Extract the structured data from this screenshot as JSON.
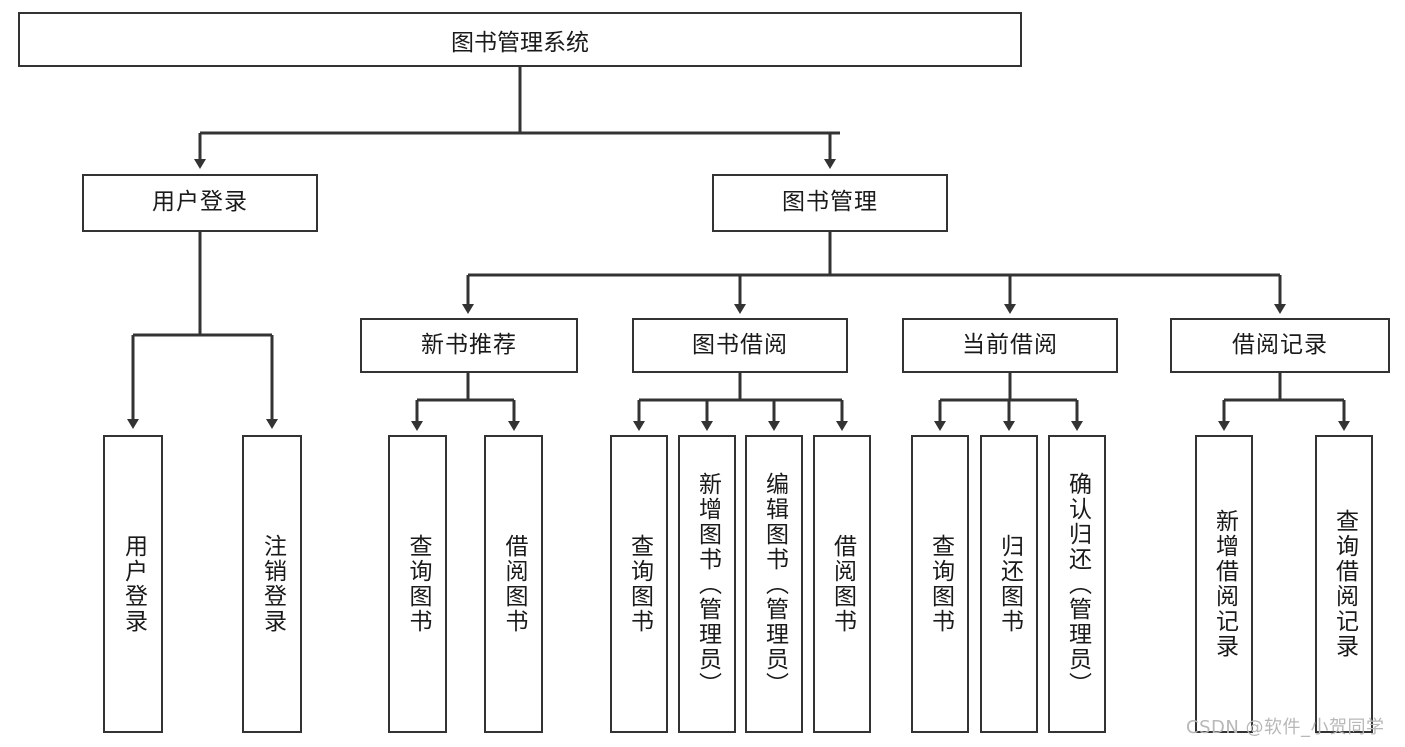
{
  "diagram": {
    "type": "hierarchy-tree",
    "title": "图书管理系统",
    "root": {
      "label": "图书管理系统"
    },
    "level1": [
      {
        "label": "用户登录"
      },
      {
        "label": "图书管理"
      }
    ],
    "level2": [
      {
        "label": "新书推荐"
      },
      {
        "label": "图书借阅"
      },
      {
        "label": "当前借阅"
      },
      {
        "label": "借阅记录"
      }
    ],
    "leaves": {
      "user_login": [
        {
          "label": "用户登录"
        },
        {
          "label": "注销登录"
        }
      ],
      "new_book_recommend": [
        {
          "label": "查询图书"
        },
        {
          "label": "借阅图书"
        }
      ],
      "book_borrow": [
        {
          "label": "查询图书"
        },
        {
          "label": "新增图书（管理员）"
        },
        {
          "label": "编辑图书（管理员）"
        },
        {
          "label": "借阅图书"
        }
      ],
      "current_borrow": [
        {
          "label": "查询图书"
        },
        {
          "label": "归还图书"
        },
        {
          "label": "确认归还（管理员）"
        }
      ],
      "borrow_record": [
        {
          "label": "新增借阅记录"
        },
        {
          "label": "查询借阅记录"
        }
      ]
    },
    "watermark": "CSDN @软件_小贺同学",
    "colors": {
      "stroke": "#333333",
      "fill": "#ffffff",
      "text": "#1a1a1a",
      "watermark": "#b8b8b8"
    }
  }
}
